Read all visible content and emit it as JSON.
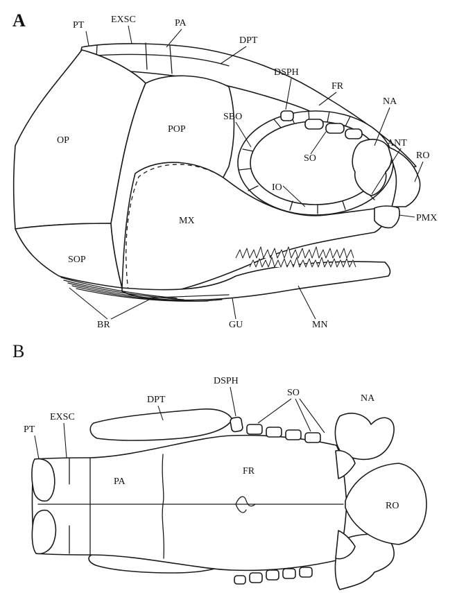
{
  "panels": {
    "a": "A",
    "b": "B"
  },
  "labels_a": {
    "pt": "PT",
    "exsc": "EXSC",
    "pa": "PA",
    "dpt": "DPT",
    "dsph": "DSPH",
    "fr": "FR",
    "na": "NA",
    "ant": "ANT",
    "ro": "RO",
    "pmx": "PMX",
    "sbo": "SBO",
    "so": "SO",
    "io": "IO",
    "op": "OP",
    "pop": "POP",
    "mx": "MX",
    "sop": "SOP",
    "br": "BR",
    "gu": "GU",
    "mn": "MN"
  },
  "labels_b": {
    "dsph": "DSPH",
    "so": "SO",
    "na": "NA",
    "dpt": "DPT",
    "exsc": "EXSC",
    "pt": "PT",
    "pa": "PA",
    "fr": "FR",
    "ro": "RO"
  }
}
